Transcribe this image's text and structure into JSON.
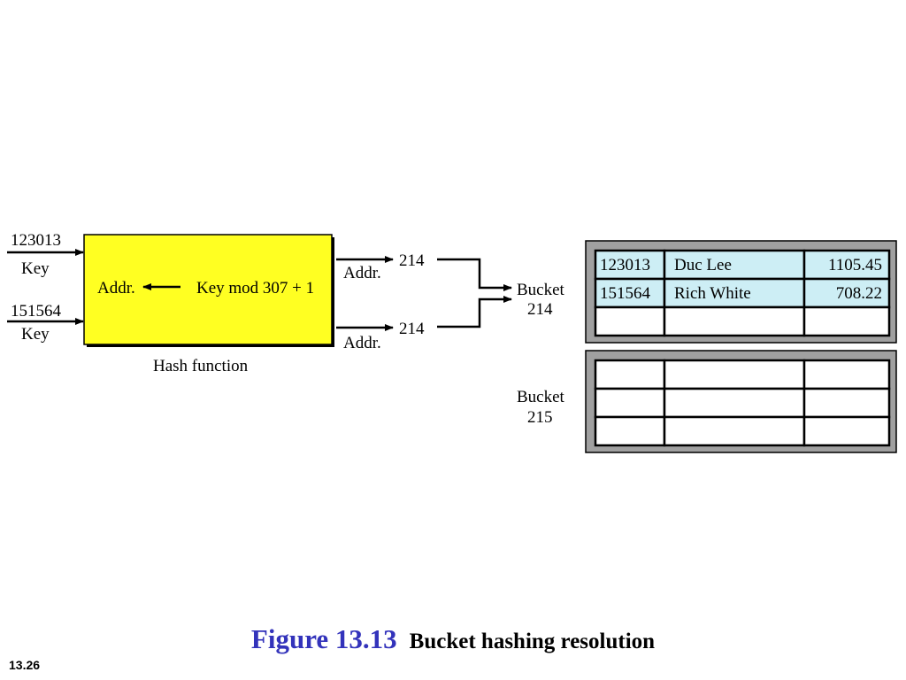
{
  "inputs": [
    {
      "key_value": "123013",
      "key_label": "Key"
    },
    {
      "key_value": "151564",
      "key_label": "Key"
    }
  ],
  "hash_function": {
    "addr_label": "Addr.",
    "formula": "Key mod 307 + 1",
    "caption": "Hash function"
  },
  "outputs": [
    {
      "addr_label": "Addr.",
      "value": "214"
    },
    {
      "addr_label": "Addr.",
      "value": "214"
    }
  ],
  "buckets": [
    {
      "label_line1": "Bucket",
      "label_line2": "214",
      "rows": [
        {
          "key": "123013",
          "name": "Duc Lee",
          "amount": "1105.45"
        },
        {
          "key": "151564",
          "name": "Rich White",
          "amount": "708.22"
        },
        {
          "key": "",
          "name": "",
          "amount": ""
        }
      ]
    },
    {
      "label_line1": "Bucket",
      "label_line2": "215",
      "rows": [
        {
          "key": "",
          "name": "",
          "amount": ""
        },
        {
          "key": "",
          "name": "",
          "amount": ""
        },
        {
          "key": "",
          "name": "",
          "amount": ""
        }
      ]
    }
  ],
  "caption": {
    "figure_label": "Figure 13.13",
    "figure_title": "Bucket hashing resolution"
  },
  "slide_number": "13.26",
  "colors": {
    "hash_box": "#ffff22",
    "filled_cell": "#cdeef5",
    "bucket_frame": "#a0a0a0",
    "figure_label": "#3333bb"
  }
}
